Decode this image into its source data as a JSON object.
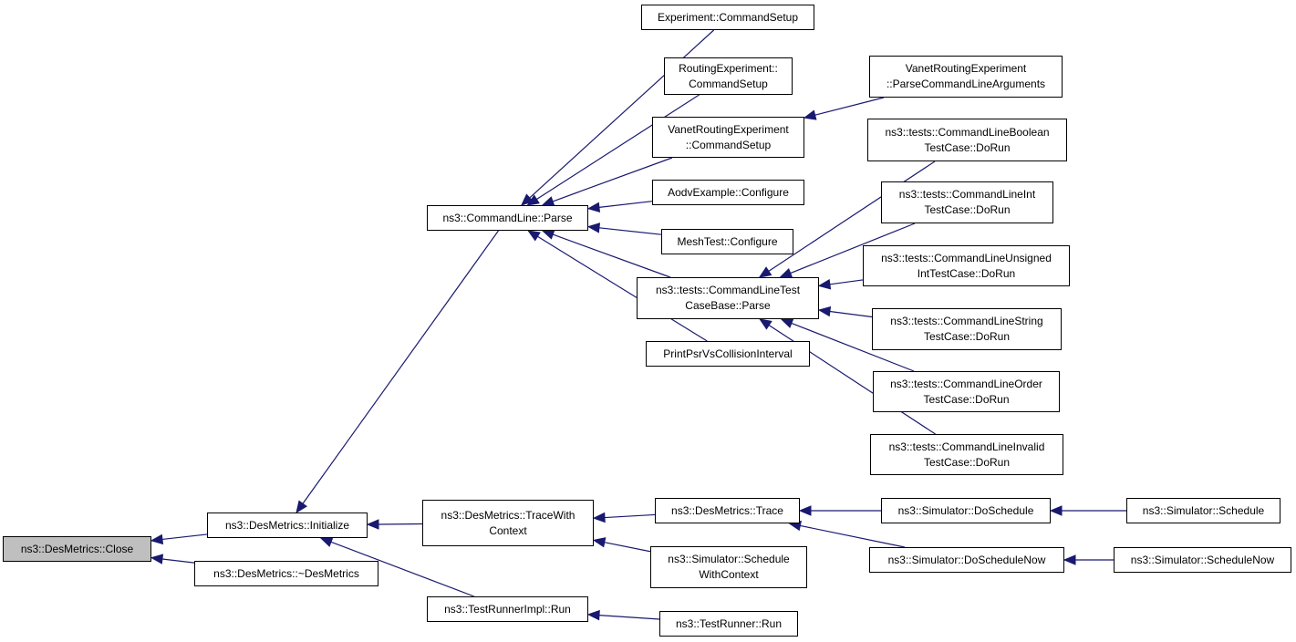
{
  "diagram": {
    "type": "call-graph",
    "edge_color": "#191970",
    "root_fill": "#bfbfbf",
    "nodes": [
      {
        "id": "close",
        "lines": [
          "ns3::DesMetrics::Close"
        ],
        "root": true
      },
      {
        "id": "initialize",
        "lines": [
          "ns3::DesMetrics::Initialize"
        ]
      },
      {
        "id": "destructor",
        "lines": [
          "ns3::DesMetrics::~DesMetrics"
        ]
      },
      {
        "id": "cmdparse",
        "lines": [
          "ns3::CommandLine::Parse"
        ]
      },
      {
        "id": "tracewithctx",
        "lines": [
          "ns3::DesMetrics::TraceWith",
          "Context"
        ]
      },
      {
        "id": "testrunnerimpl",
        "lines": [
          "ns3::TestRunnerImpl::Run"
        ]
      },
      {
        "id": "expcmd",
        "lines": [
          "Experiment::CommandSetup"
        ]
      },
      {
        "id": "routingcmd",
        "lines": [
          "RoutingExperiment::",
          "CommandSetup"
        ]
      },
      {
        "id": "vanetcmd",
        "lines": [
          "VanetRoutingExperiment",
          "::CommandSetup"
        ]
      },
      {
        "id": "aodv",
        "lines": [
          "AodvExample::Configure"
        ]
      },
      {
        "id": "mesh",
        "lines": [
          "MeshTest::Configure"
        ]
      },
      {
        "id": "testbase",
        "lines": [
          "ns3::tests::CommandLineTest",
          "CaseBase::Parse"
        ]
      },
      {
        "id": "printpsr",
        "lines": [
          "PrintPsrVsCollisionInterval"
        ]
      },
      {
        "id": "trace",
        "lines": [
          "ns3::DesMetrics::Trace"
        ]
      },
      {
        "id": "schedwithctx",
        "lines": [
          "ns3::Simulator::Schedule",
          "WithContext"
        ]
      },
      {
        "id": "testrunner",
        "lines": [
          "ns3::TestRunner::Run"
        ]
      },
      {
        "id": "vanetparse",
        "lines": [
          "VanetRoutingExperiment",
          "::ParseCommandLineArguments"
        ]
      },
      {
        "id": "tbool",
        "lines": [
          "ns3::tests::CommandLineBoolean",
          "TestCase::DoRun"
        ]
      },
      {
        "id": "tint",
        "lines": [
          "ns3::tests::CommandLineInt",
          "TestCase::DoRun"
        ]
      },
      {
        "id": "tuint",
        "lines": [
          "ns3::tests::CommandLineUnsigned",
          "IntTestCase::DoRun"
        ]
      },
      {
        "id": "tstring",
        "lines": [
          "ns3::tests::CommandLineString",
          "TestCase::DoRun"
        ]
      },
      {
        "id": "torder",
        "lines": [
          "ns3::tests::CommandLineOrder",
          "TestCase::DoRun"
        ]
      },
      {
        "id": "tinvalid",
        "lines": [
          "ns3::tests::CommandLineInvalid",
          "TestCase::DoRun"
        ]
      },
      {
        "id": "doschedule",
        "lines": [
          "ns3::Simulator::DoSchedule"
        ]
      },
      {
        "id": "doschedulenow",
        "lines": [
          "ns3::Simulator::DoScheduleNow"
        ]
      },
      {
        "id": "schedule",
        "lines": [
          "ns3::Simulator::Schedule"
        ]
      },
      {
        "id": "schedulenow",
        "lines": [
          "ns3::Simulator::ScheduleNow"
        ]
      }
    ],
    "edges": [
      {
        "from": "initialize",
        "to": "close"
      },
      {
        "from": "destructor",
        "to": "close"
      },
      {
        "from": "cmdparse",
        "to": "initialize"
      },
      {
        "from": "tracewithctx",
        "to": "initialize"
      },
      {
        "from": "testrunnerimpl",
        "to": "initialize"
      },
      {
        "from": "expcmd",
        "to": "cmdparse"
      },
      {
        "from": "routingcmd",
        "to": "cmdparse"
      },
      {
        "from": "vanetcmd",
        "to": "cmdparse"
      },
      {
        "from": "aodv",
        "to": "cmdparse"
      },
      {
        "from": "mesh",
        "to": "cmdparse"
      },
      {
        "from": "testbase",
        "to": "cmdparse"
      },
      {
        "from": "printpsr",
        "to": "cmdparse"
      },
      {
        "from": "vanetparse",
        "to": "vanetcmd"
      },
      {
        "from": "tbool",
        "to": "testbase"
      },
      {
        "from": "tint",
        "to": "testbase"
      },
      {
        "from": "tuint",
        "to": "testbase"
      },
      {
        "from": "tstring",
        "to": "testbase"
      },
      {
        "from": "torder",
        "to": "testbase"
      },
      {
        "from": "tinvalid",
        "to": "testbase"
      },
      {
        "from": "trace",
        "to": "tracewithctx"
      },
      {
        "from": "schedwithctx",
        "to": "tracewithctx"
      },
      {
        "from": "testrunner",
        "to": "testrunnerimpl"
      },
      {
        "from": "doschedule",
        "to": "trace"
      },
      {
        "from": "doschedulenow",
        "to": "trace"
      },
      {
        "from": "schedule",
        "to": "doschedule"
      },
      {
        "from": "schedulenow",
        "to": "doschedulenow"
      }
    ]
  }
}
